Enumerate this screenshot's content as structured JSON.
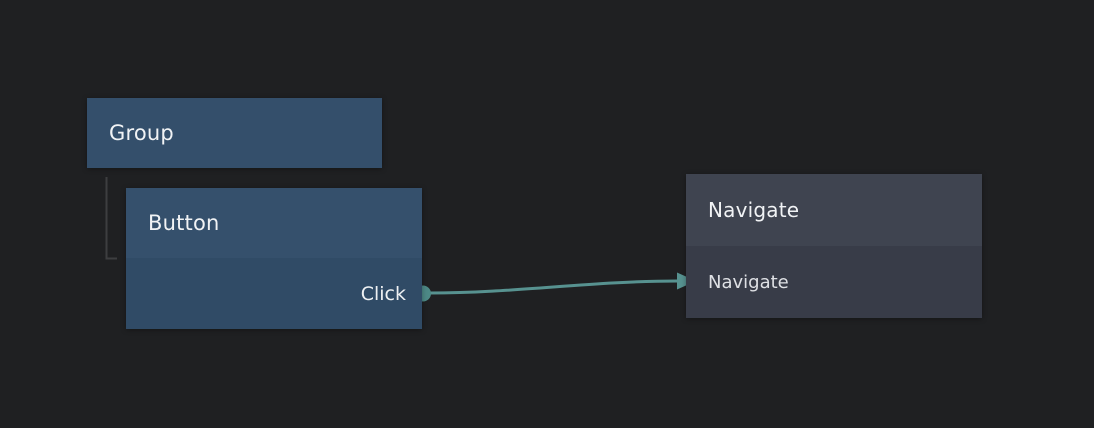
{
  "canvas": {
    "background": "#1f2022"
  },
  "nodes": {
    "group": {
      "title": "Group",
      "color": "#344f6b"
    },
    "button": {
      "title": "Button",
      "header_color": "#35506c",
      "body_color": "#304b66",
      "output_port_label": "Click"
    },
    "navigate": {
      "title": "Navigate",
      "header_color": "#3f4450",
      "body_color": "#383c48",
      "input_port_label": "Navigate"
    }
  },
  "connection": {
    "wire_color": "#579290",
    "port_color": "#4d8986"
  },
  "hierarchy": {
    "connector_color": "#3d3e40"
  }
}
